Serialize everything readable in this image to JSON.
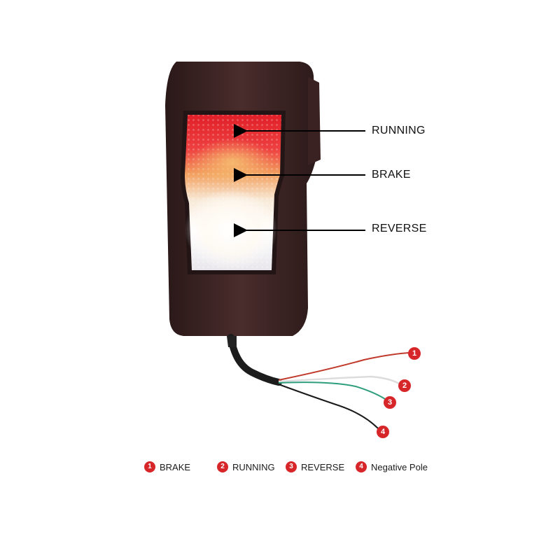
{
  "callouts": {
    "running": "RUNNING",
    "brake": "BRAKE",
    "reverse": "REVERSE"
  },
  "wires": [
    {
      "number": "1",
      "color": "#c0392b"
    },
    {
      "number": "2",
      "color": "#e6e6e6"
    },
    {
      "number": "3",
      "color": "#2e9e7c"
    },
    {
      "number": "4",
      "color": "#1a1a1a"
    }
  ],
  "legend": [
    {
      "number": "1",
      "label": "BRAKE"
    },
    {
      "number": "2",
      "label": "RUNNING"
    },
    {
      "number": "3",
      "label": "REVERSE"
    },
    {
      "number": "4",
      "label": "Negative Pole"
    }
  ],
  "colors": {
    "badge": "#d7262a",
    "housing": "#3a2222",
    "lens_red": "#e8252b"
  }
}
